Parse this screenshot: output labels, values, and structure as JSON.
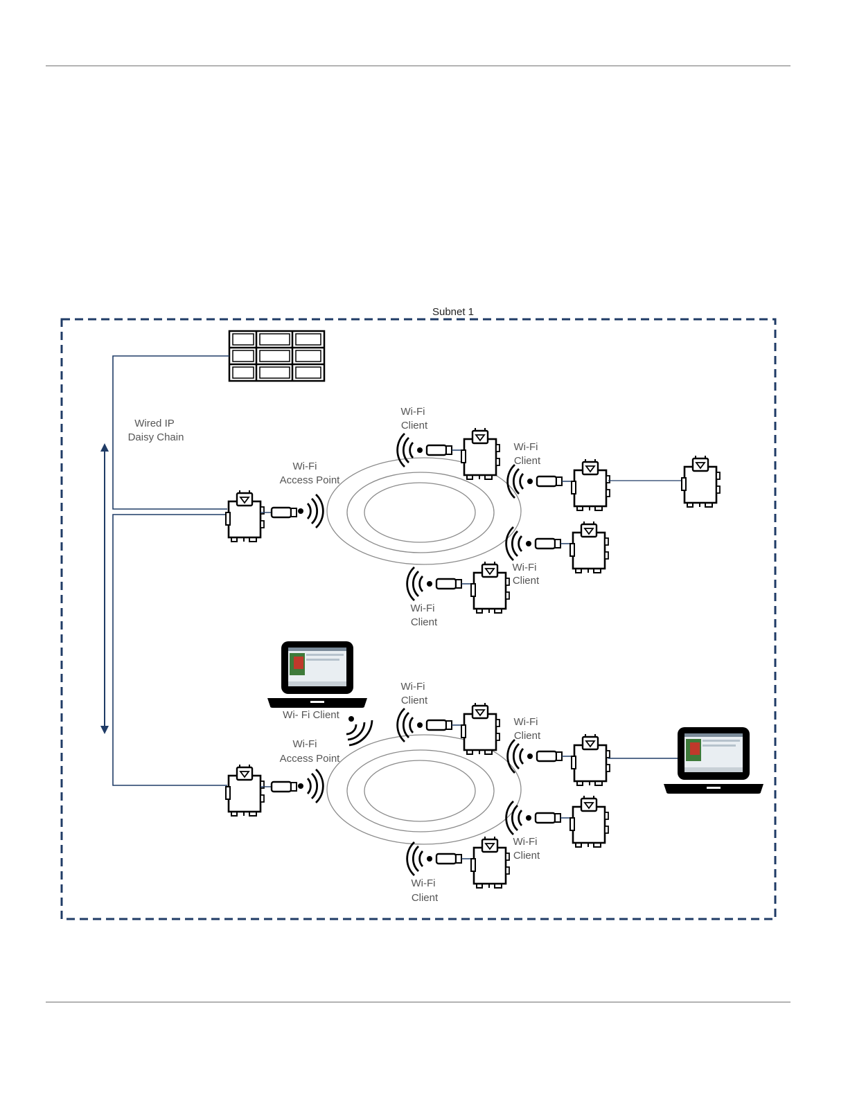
{
  "diagram": {
    "subnet_title": "Subnet  1",
    "wired_label_line1": "Wired IP",
    "wired_label_line2": "Daisy Chain",
    "wifi_line1": "Wi-Fi",
    "client_line2": "Client",
    "access_point_line2": "Access Point",
    "laptop_wifi_client": "Wi- Fi Client"
  },
  "colors": {
    "border": "#1f3b66",
    "wire": "#1f3b66",
    "device": "#000000",
    "ring": "#8a8a8a",
    "text": "#555555",
    "rule": "#9a9a9a"
  }
}
